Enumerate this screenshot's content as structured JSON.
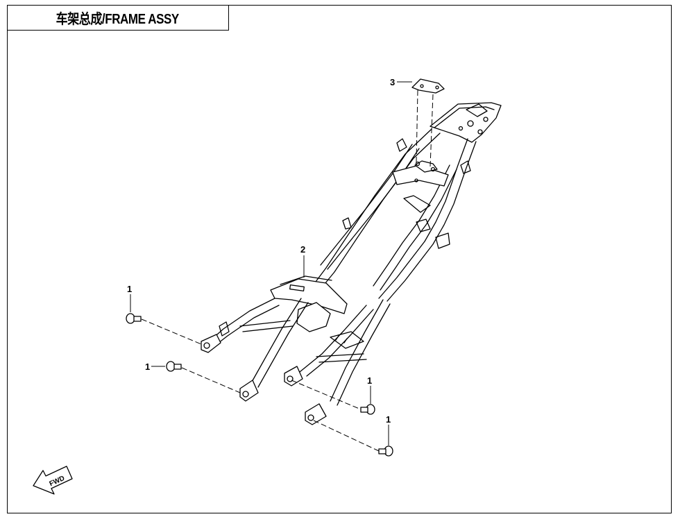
{
  "title": "车架总成/FRAME ASSY",
  "fwd_label": "FWD",
  "callouts": {
    "bracket": "3",
    "frame": "2",
    "bolt_a": "1",
    "bolt_b": "1",
    "bolt_c": "1",
    "bolt_d": "1"
  }
}
